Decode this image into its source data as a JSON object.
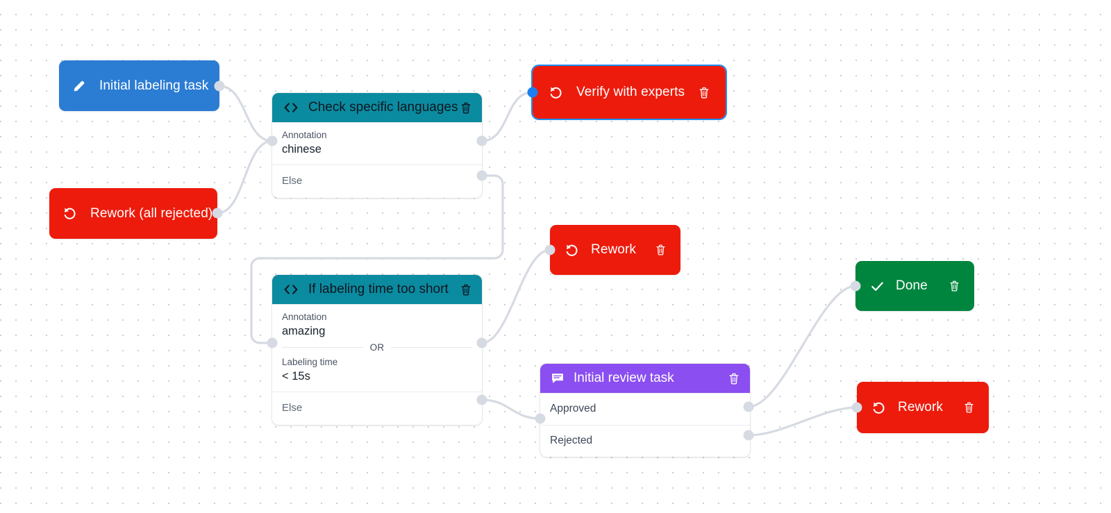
{
  "canvas": {
    "background_color": "#ffffff",
    "grid_dot_color": "#c9ccd6",
    "edge_color": "#d6dae2"
  },
  "palette": {
    "blue": "#2b7cd3",
    "red": "#ed1b0c",
    "green": "#00853e",
    "teal": "#0b8ba0",
    "purple": "#8b4ef0",
    "selection_blue": "#1b8ef2",
    "port_gray": "#d6dae2"
  },
  "nodes": {
    "initial_labeling_task": {
      "label": "Initial labeling task",
      "icon": "pencil-icon",
      "color": "blue",
      "has_delete": false,
      "selected": false
    },
    "rework_all_rejected": {
      "label": "Rework (all rejected)",
      "icon": "rotate-left-icon",
      "color": "red",
      "has_delete": false,
      "selected": false
    },
    "check_specific_languages": {
      "title": "Check specific languages",
      "icon": "code-brackets-icon",
      "color": "teal",
      "delete_icon": "trash-icon",
      "rows": [
        {
          "key": "Annotation",
          "value": "chinese"
        },
        {
          "else_label": "Else"
        }
      ]
    },
    "verify_with_experts": {
      "label": "Verify with experts",
      "icon": "rotate-left-icon",
      "color": "red",
      "delete_icon": "trash-icon",
      "selected": true
    },
    "if_labeling_time_too_short": {
      "title": "If labeling time too short",
      "icon": "code-brackets-icon",
      "color": "teal",
      "delete_icon": "trash-icon",
      "rows": [
        {
          "key": "Annotation",
          "value": "amazing"
        },
        {
          "operator": "OR"
        },
        {
          "key": "Labeling time",
          "value": "< 15s"
        },
        {
          "else_label": "Else"
        }
      ]
    },
    "rework_middle": {
      "label": "Rework",
      "icon": "rotate-left-icon",
      "color": "red",
      "delete_icon": "trash-icon",
      "selected": false
    },
    "done": {
      "label": "Done",
      "icon": "check-icon",
      "color": "green",
      "delete_icon": "trash-icon",
      "selected": false
    },
    "initial_review_task": {
      "title": "Initial review task",
      "icon": "comment-icon",
      "color": "purple",
      "delete_icon": "trash-icon",
      "rows": [
        {
          "value": "Approved"
        },
        {
          "value": "Rejected"
        }
      ]
    },
    "rework_bottom": {
      "label": "Rework",
      "icon": "rotate-left-icon",
      "color": "red",
      "delete_icon": "trash-icon",
      "selected": false
    }
  }
}
